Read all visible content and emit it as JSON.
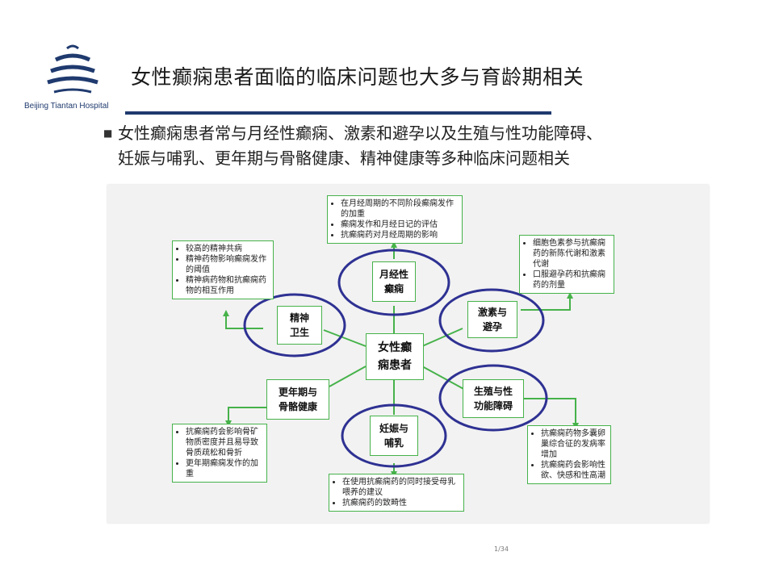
{
  "header": {
    "logo_text": "Beijing Tiantan Hospital",
    "title": "女性癫痫患者面临的临床问题也大多与育龄期相关"
  },
  "bullet": {
    "line1": "女性癫痫患者常与月经性癫痫、激素和避孕以及生殖与性功能障碍、",
    "line2": "妊娠与哺乳、更年期与骨骼健康、精神健康等多种临床问题相关"
  },
  "diagram": {
    "center": "女性癫\n痫患者",
    "topics": {
      "menstrual": "月经性\n癫痫",
      "hormone": "激素与\n避孕",
      "reproductive": "生殖与性\n功能障碍",
      "pregnancy": "妊娠与\n哺乳",
      "menopause": "更年期与\n骨骼健康",
      "mental": "精神\n卫生"
    },
    "notes": {
      "menstrual": [
        "在月经周期的不同阶段癫痫发作的加重",
        "癫痫发作和月经日记的评估",
        "抗癫痫药对月经周期的影响"
      ],
      "hormone": [
        "细胞色素参与抗癫痫药的新陈代谢和激素代谢",
        "口服避孕药和抗癫痫药的剂量"
      ],
      "reproductive": [
        "抗癫痫药物多囊卵巢综合征的发病率增加",
        "抗癫痫药会影响性欲、快感和性高潮"
      ],
      "pregnancy": [
        "在使用抗癫痫药的同时接受母乳喂养的建议",
        "抗癫痫药的致畸性"
      ],
      "menopause": [
        "抗癫痫药会影响骨矿物质密度并且易导致骨质疏松和骨折",
        "更年期癫痫发作的加重"
      ],
      "mental": [
        "较高的精神共病",
        "精神药物影响癫痫发作的阈值",
        "精神病药物和抗癫痫药物的相互作用"
      ]
    },
    "colors": {
      "box_border": "#46b24a",
      "ring": "#2e3192",
      "line": "#46b24a",
      "rule": "#1f3a6e"
    }
  },
  "footer": {
    "page_number": "1/34"
  }
}
